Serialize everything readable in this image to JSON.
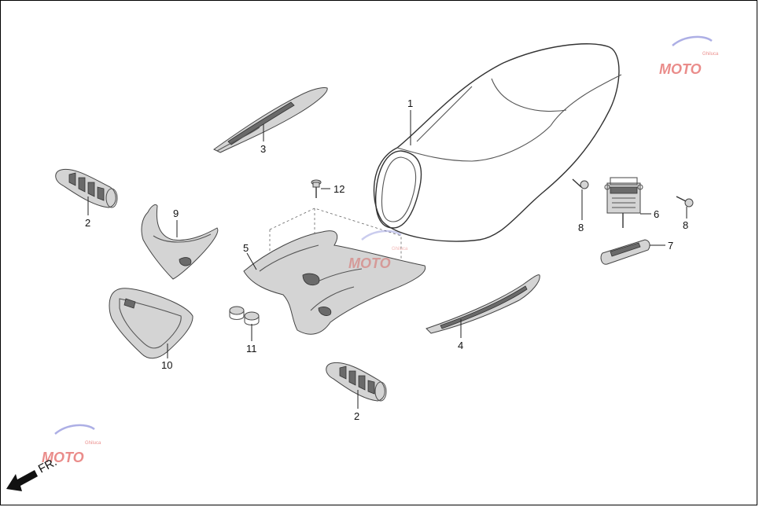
{
  "callouts": {
    "c1": "1",
    "c2a": "2",
    "c2b": "2",
    "c3": "3",
    "c4": "4",
    "c5": "5",
    "c6": "6",
    "c7": "7",
    "c8a": "8",
    "c8b": "8",
    "c9": "9",
    "c10": "10",
    "c11": "11",
    "c12": "12"
  },
  "direction": {
    "label": "FR."
  },
  "watermark": {
    "text": "MOTO",
    "sub": "Ghiluca"
  },
  "colors": {
    "line": "#555555",
    "fill": "#d4d4d4",
    "watermark_red": "#d9302c",
    "watermark_blue": "#6b6fd1"
  }
}
